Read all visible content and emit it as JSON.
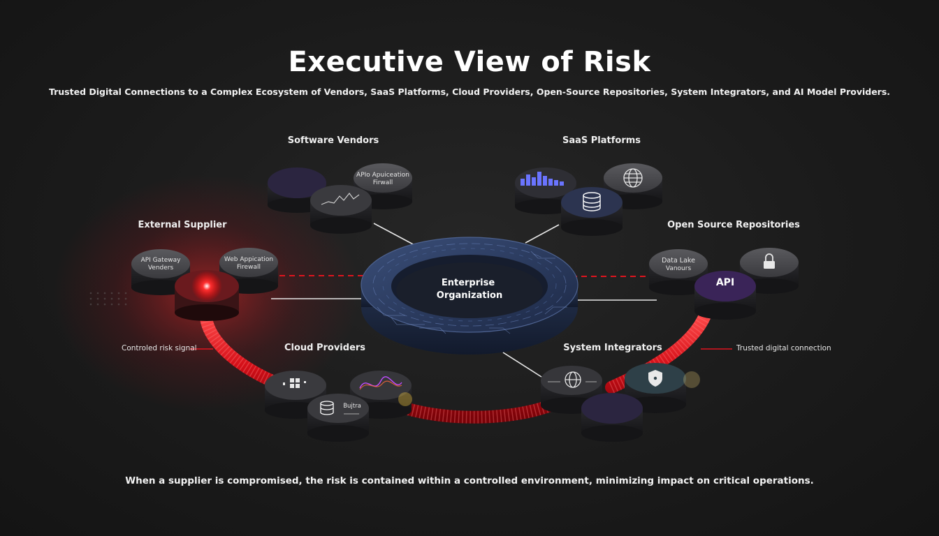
{
  "title": "Executive View of Risk",
  "subtitle": "Trusted Digital Connections to a Complex Ecosystem of Vendors, SaaS Platforms, Cloud Providers, Open-Source Repositories, System Integrators, and AI Model Providers.",
  "footer": "When a supplier is compromised, the risk is contained within a controlled environment, minimizing impact on critical operations.",
  "center": {
    "line1": "Enterprise",
    "line2": "Organization"
  },
  "groups": {
    "software_vendors": "Software Vendors",
    "saas_platforms": "SaaS Platforms",
    "external_supplier": "External Supplier",
    "open_source": "Open Source Repositories",
    "cloud_providers": "Cloud Providers",
    "system_integrators": "System Integrators"
  },
  "disk_labels": {
    "sv_firewall_1": "APIo Apuiceation",
    "sv_firewall_2": "Firwall",
    "es_gateway_1": "API Gateway",
    "es_gateway_2": "Venders",
    "es_webapp_1": "Web Appication",
    "es_webapp_2": "Firewall",
    "os_datalake_1": "Data Lake",
    "os_datalake_2": "Vanours",
    "os_api": "API",
    "cp_label": "Bujtra"
  },
  "annotations": {
    "left": "Controled risk signal",
    "right": "Trusted digital connection"
  },
  "colors": {
    "background": "#1b1b1b",
    "risk_red": "#e0141e",
    "ring_navy": "#1e2a45",
    "disk_top": "#4a4a4e",
    "disk_side": "#1f1f22"
  }
}
